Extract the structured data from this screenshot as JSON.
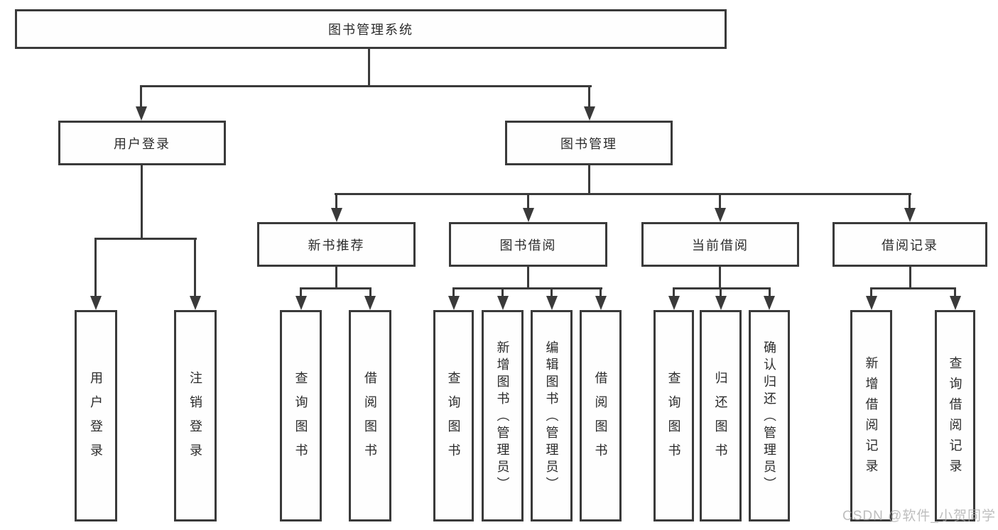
{
  "diagram": {
    "type": "hierarchy-tree",
    "title": "图书管理系统",
    "root": {
      "label": "图书管理系统"
    },
    "branches": [
      {
        "label": "用户登录",
        "children": [
          {
            "label": "用户登录"
          },
          {
            "label": "注销登录"
          }
        ]
      },
      {
        "label": "图书管理",
        "children": [
          {
            "label": "新书推荐",
            "children": [
              {
                "label": "查询图书"
              },
              {
                "label": "借阅图书"
              }
            ]
          },
          {
            "label": "图书借阅",
            "children": [
              {
                "label": "查询图书"
              },
              {
                "label": "新增图书（管理员）"
              },
              {
                "label": "编辑图书（管理员）"
              },
              {
                "label": "借阅图书"
              }
            ]
          },
          {
            "label": "当前借阅",
            "children": [
              {
                "label": "查询图书"
              },
              {
                "label": "归还图书"
              },
              {
                "label": "确认归还（管理员）"
              }
            ]
          },
          {
            "label": "借阅记录",
            "children": [
              {
                "label": "新增借阅记录"
              },
              {
                "label": "查询借阅记录"
              }
            ]
          }
        ]
      }
    ]
  },
  "watermark": {
    "text": "CSDN @软件_小贺同学",
    "color": "#a9a9a9"
  },
  "colors": {
    "line": "#3a3a3a",
    "box_border": "#3a3a3a",
    "text": "#2b2b2b",
    "background": "#ffffff"
  }
}
